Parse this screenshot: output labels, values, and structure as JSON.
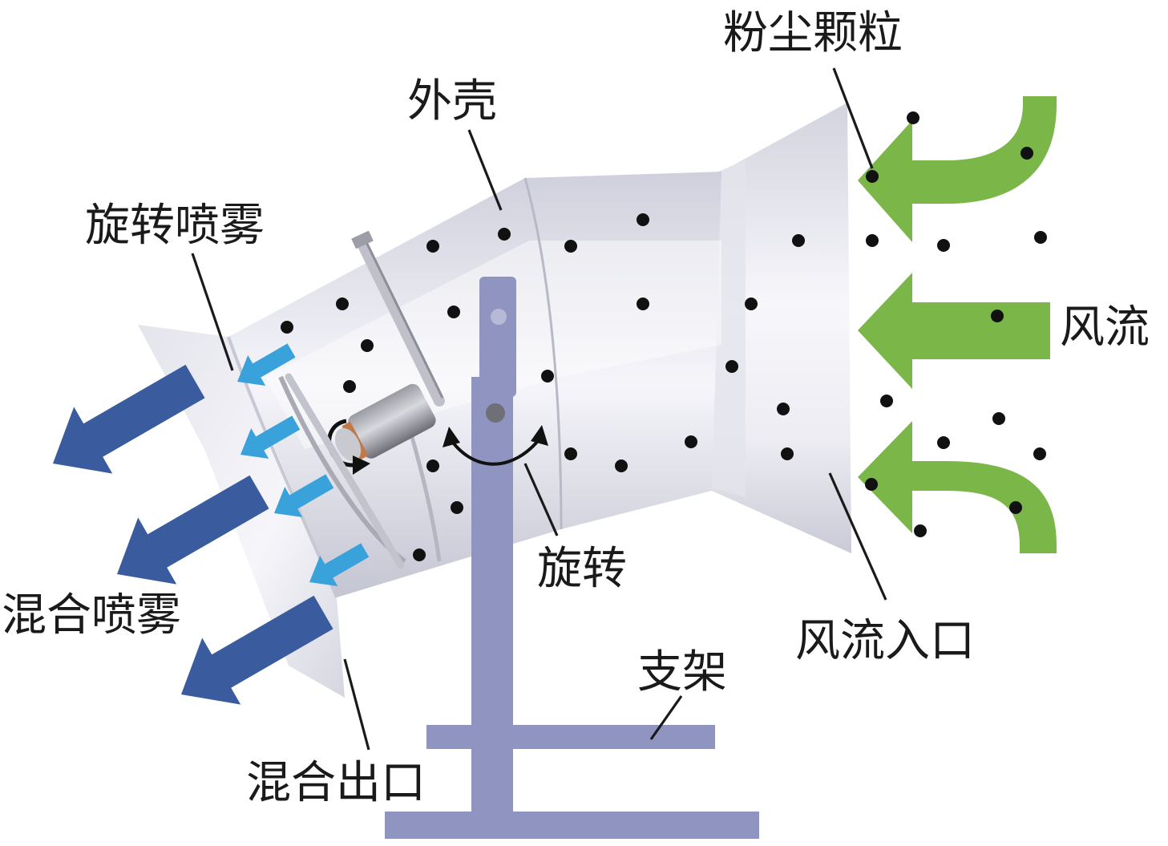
{
  "labels": {
    "dust_particles": "粉尘颗粒",
    "shell": "外壳",
    "rotary_spray": "旋转喷雾",
    "airflow": "风流",
    "mixed_spray": "混合喷雾",
    "rotation": "旋转",
    "airflow_inlet": "风流入口",
    "bracket": "支架",
    "mixing_outlet": "混合出口"
  },
  "colors": {
    "airflow_arrow": "#7ab648",
    "spray_arrow": "#3aa2da",
    "mixed_arrow": "#3a5c9e",
    "bracket": "#8f95c0",
    "shell": "#dcdde8",
    "particle": "#111111"
  },
  "icons": {
    "rotation_arrow": "curved-double-arrow-icon",
    "nozzle_rotation": "circular-arrow-icon"
  }
}
